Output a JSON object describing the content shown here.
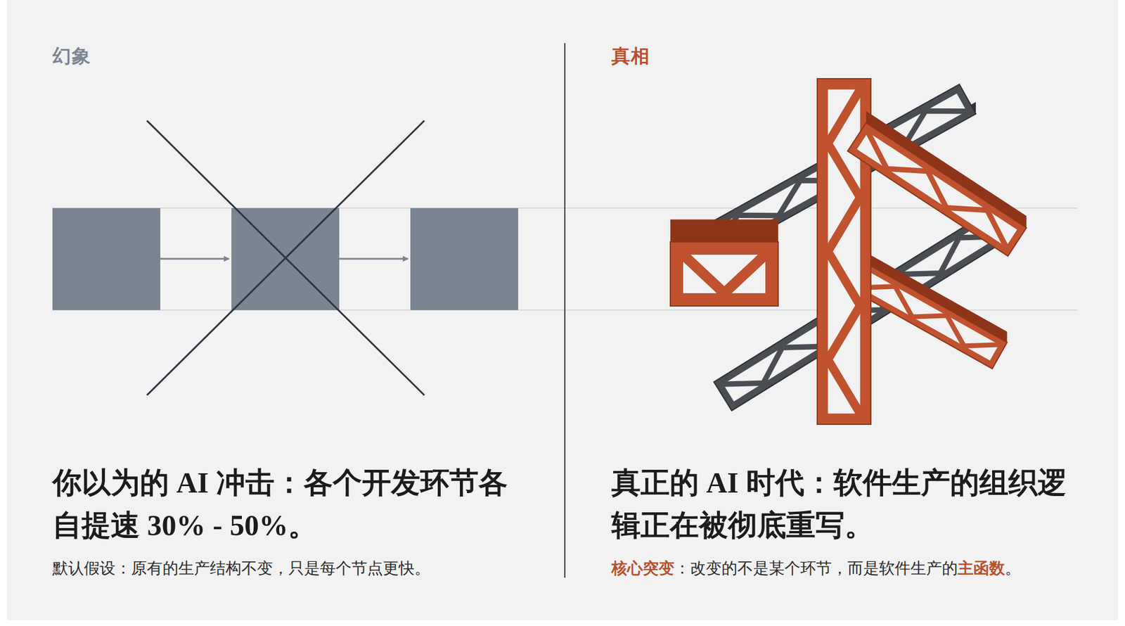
{
  "diagram": {
    "labels": [
      "幻象",
      "你以为的 AI 冲击：各个开发环节各自提速 30% - 50%。",
      "默认假设：原有的生产结构不变，只是每个节点更快。",
      "真相",
      "真正的 AI 时代：软件生产的组织逻辑正在被彻底重写。",
      "核心突变",
      "：改变的不是某个环节，而是软件生产的",
      "主函数",
      "。"
    ]
  }
}
